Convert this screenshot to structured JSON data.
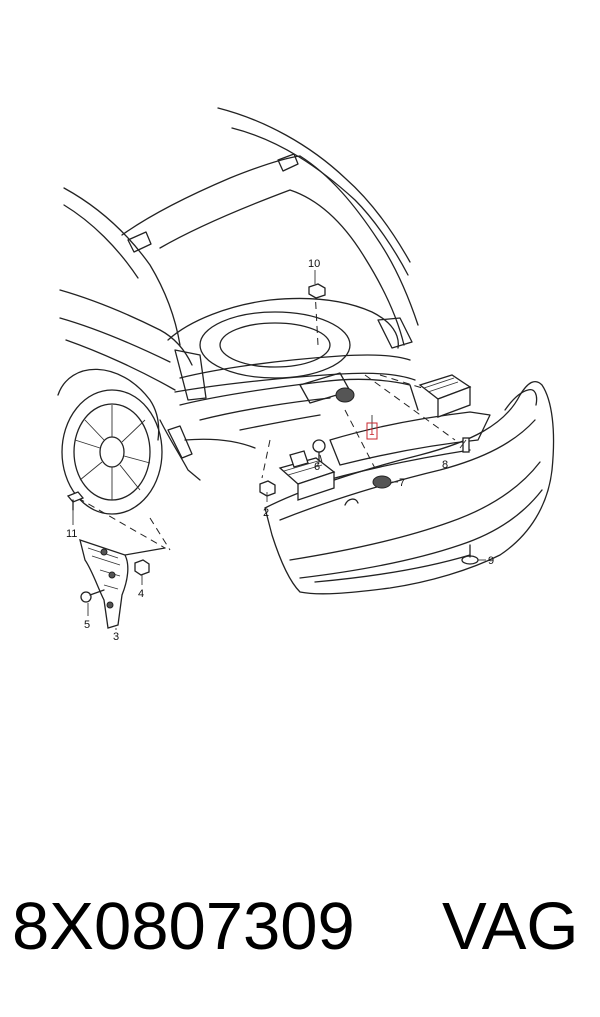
{
  "diagram": {
    "callouts": [
      {
        "id": "1",
        "label": "1"
      },
      {
        "id": "2",
        "label": "2"
      },
      {
        "id": "3",
        "label": "3"
      },
      {
        "id": "4",
        "label": "4"
      },
      {
        "id": "5",
        "label": "5"
      },
      {
        "id": "6",
        "label": "6"
      },
      {
        "id": "7",
        "label": "7"
      },
      {
        "id": "8",
        "label": "8"
      },
      {
        "id": "9",
        "label": "9"
      },
      {
        "id": "10",
        "label": "10"
      },
      {
        "id": "11",
        "label": "11"
      }
    ],
    "highlight_color": "#c8262d"
  },
  "footer": {
    "part_number": "8X0807309",
    "brand": "VAG"
  }
}
